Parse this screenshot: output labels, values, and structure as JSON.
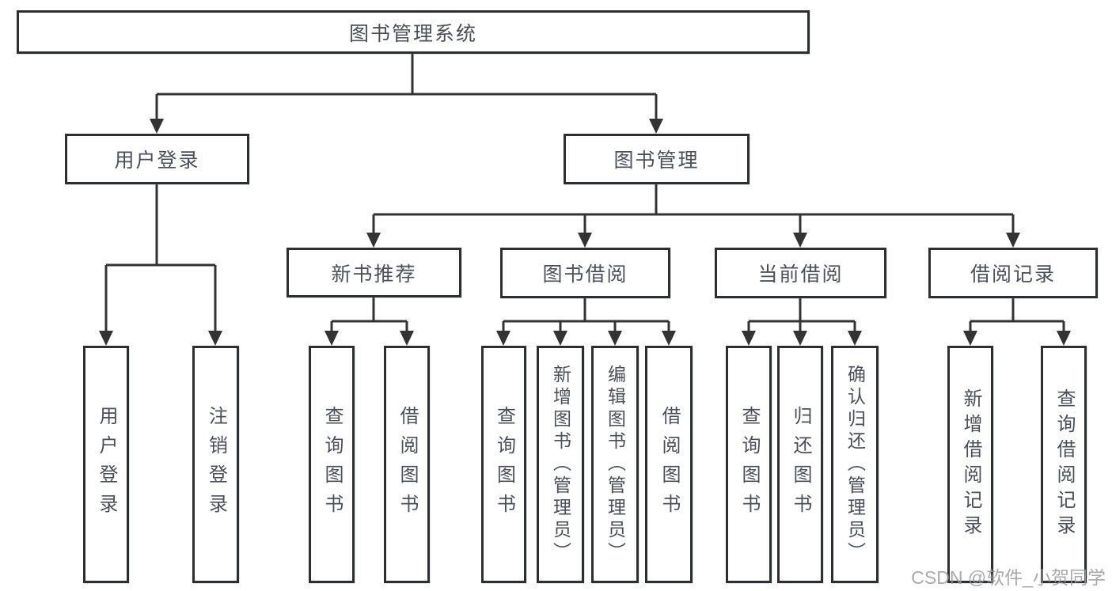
{
  "tree": {
    "root": "图书管理系统",
    "children": [
      {
        "label": "用户登录",
        "children": [
          "用户登录",
          "注销登录"
        ]
      },
      {
        "label": "图书管理",
        "children": [
          {
            "label": "新书推荐",
            "children": [
              "查询图书",
              "借阅图书"
            ]
          },
          {
            "label": "图书借阅",
            "children": [
              "查询图书",
              "新增图书（管理员）",
              "编辑图书（管理员）",
              "借阅图书"
            ]
          },
          {
            "label": "当前借阅",
            "children": [
              "查询图书",
              "归还图书",
              "确认归还（管理员）"
            ]
          },
          {
            "label": "借阅记录",
            "children": [
              "新增借阅记录",
              "查询借阅记录"
            ]
          }
        ]
      }
    ]
  },
  "watermark": "CSDN @软件_小贺同学",
  "colors": {
    "line": "#333333",
    "box_border": "#2e2e2e",
    "text": "#4a4f58",
    "watermark": "#9b9b9b",
    "background": "#ffffff"
  }
}
